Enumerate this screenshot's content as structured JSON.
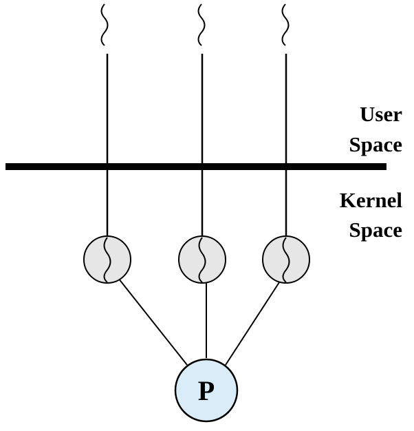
{
  "labels": {
    "user_space_line1": "User",
    "user_space_line2": "Space",
    "kernel_space_line1": "Kernel",
    "kernel_space_line2": "Space",
    "process": "P"
  },
  "colors": {
    "stroke": "#000000",
    "thread_fill": "#e6e6e6",
    "process_fill": "#d9ecf8"
  },
  "user_threads": [
    "user-thread-1",
    "user-thread-2",
    "user-thread-3"
  ],
  "kernel_threads": [
    "kernel-thread-1",
    "kernel-thread-2",
    "kernel-thread-3"
  ]
}
